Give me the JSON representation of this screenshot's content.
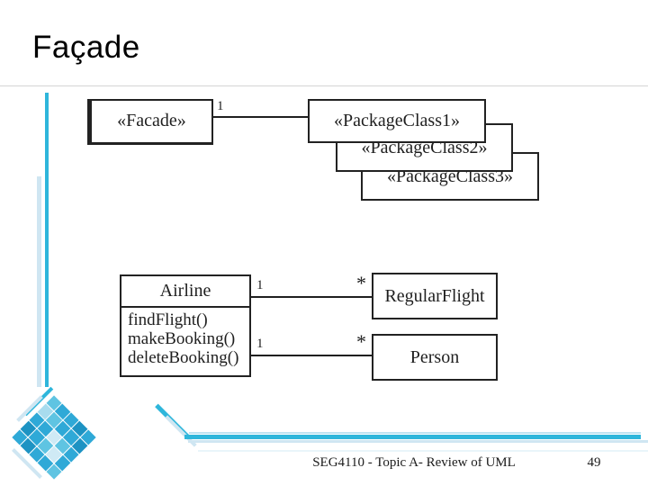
{
  "title": "Façade",
  "footer": {
    "text": "SEG4110 - Topic A- Review of UML",
    "page": "49"
  },
  "facade_diagram": {
    "facade_label": "«Facade»",
    "multiplicity_one": "1",
    "package_class_1": "«PackageClass1»",
    "package_class_2": "«PackageClass2»",
    "package_class_3": "«PackageClass3»"
  },
  "airline_diagram": {
    "class_name": "Airline",
    "methods": [
      "findFlight()",
      "makeBooking()",
      "deleteBooking()"
    ],
    "flight_class": "RegularFlight",
    "person_class": "Person",
    "flight_one": "1",
    "flight_many": "*",
    "person_one": "1",
    "person_many": "*"
  },
  "colors": {
    "accent_cyan": "#2eb6db",
    "accent_light_blue": "#cfe6f2",
    "tile_blue": "#2fa9d7",
    "diagram_ink": "#222222"
  }
}
